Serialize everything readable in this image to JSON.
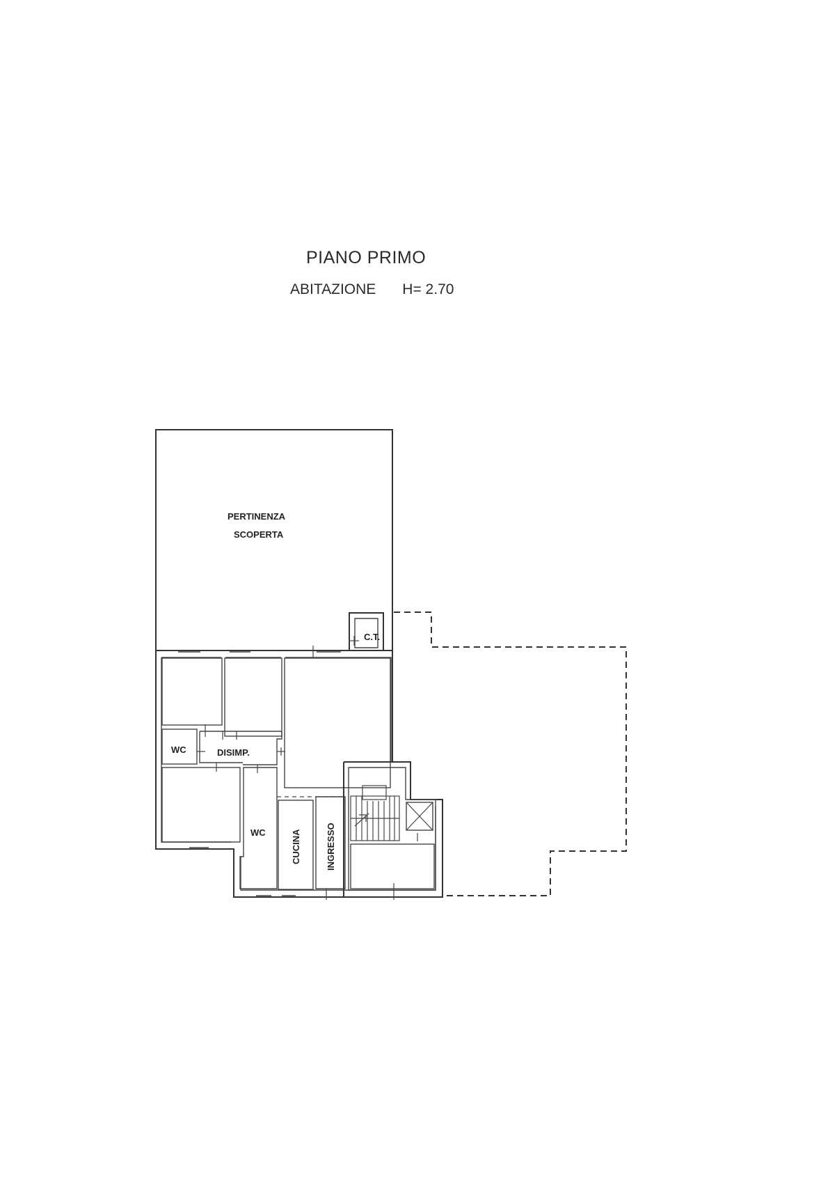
{
  "header": {
    "title": "PIANO PRIMO",
    "subtitle_left": "ABITAZIONE",
    "subtitle_right": "H= 2.70"
  },
  "rooms": {
    "pertinenza_line1": "PERTINENZA",
    "pertinenza_line2": "SCOPERTA",
    "ct": "C.T.",
    "wc_small": "WC",
    "disimp": "DISIMP.",
    "wc_large": "WC",
    "cucina": "CUCINA",
    "ingresso": "INGRESSO"
  },
  "colors": {
    "line": "#333333",
    "text": "#222222",
    "background": "#ffffff"
  }
}
